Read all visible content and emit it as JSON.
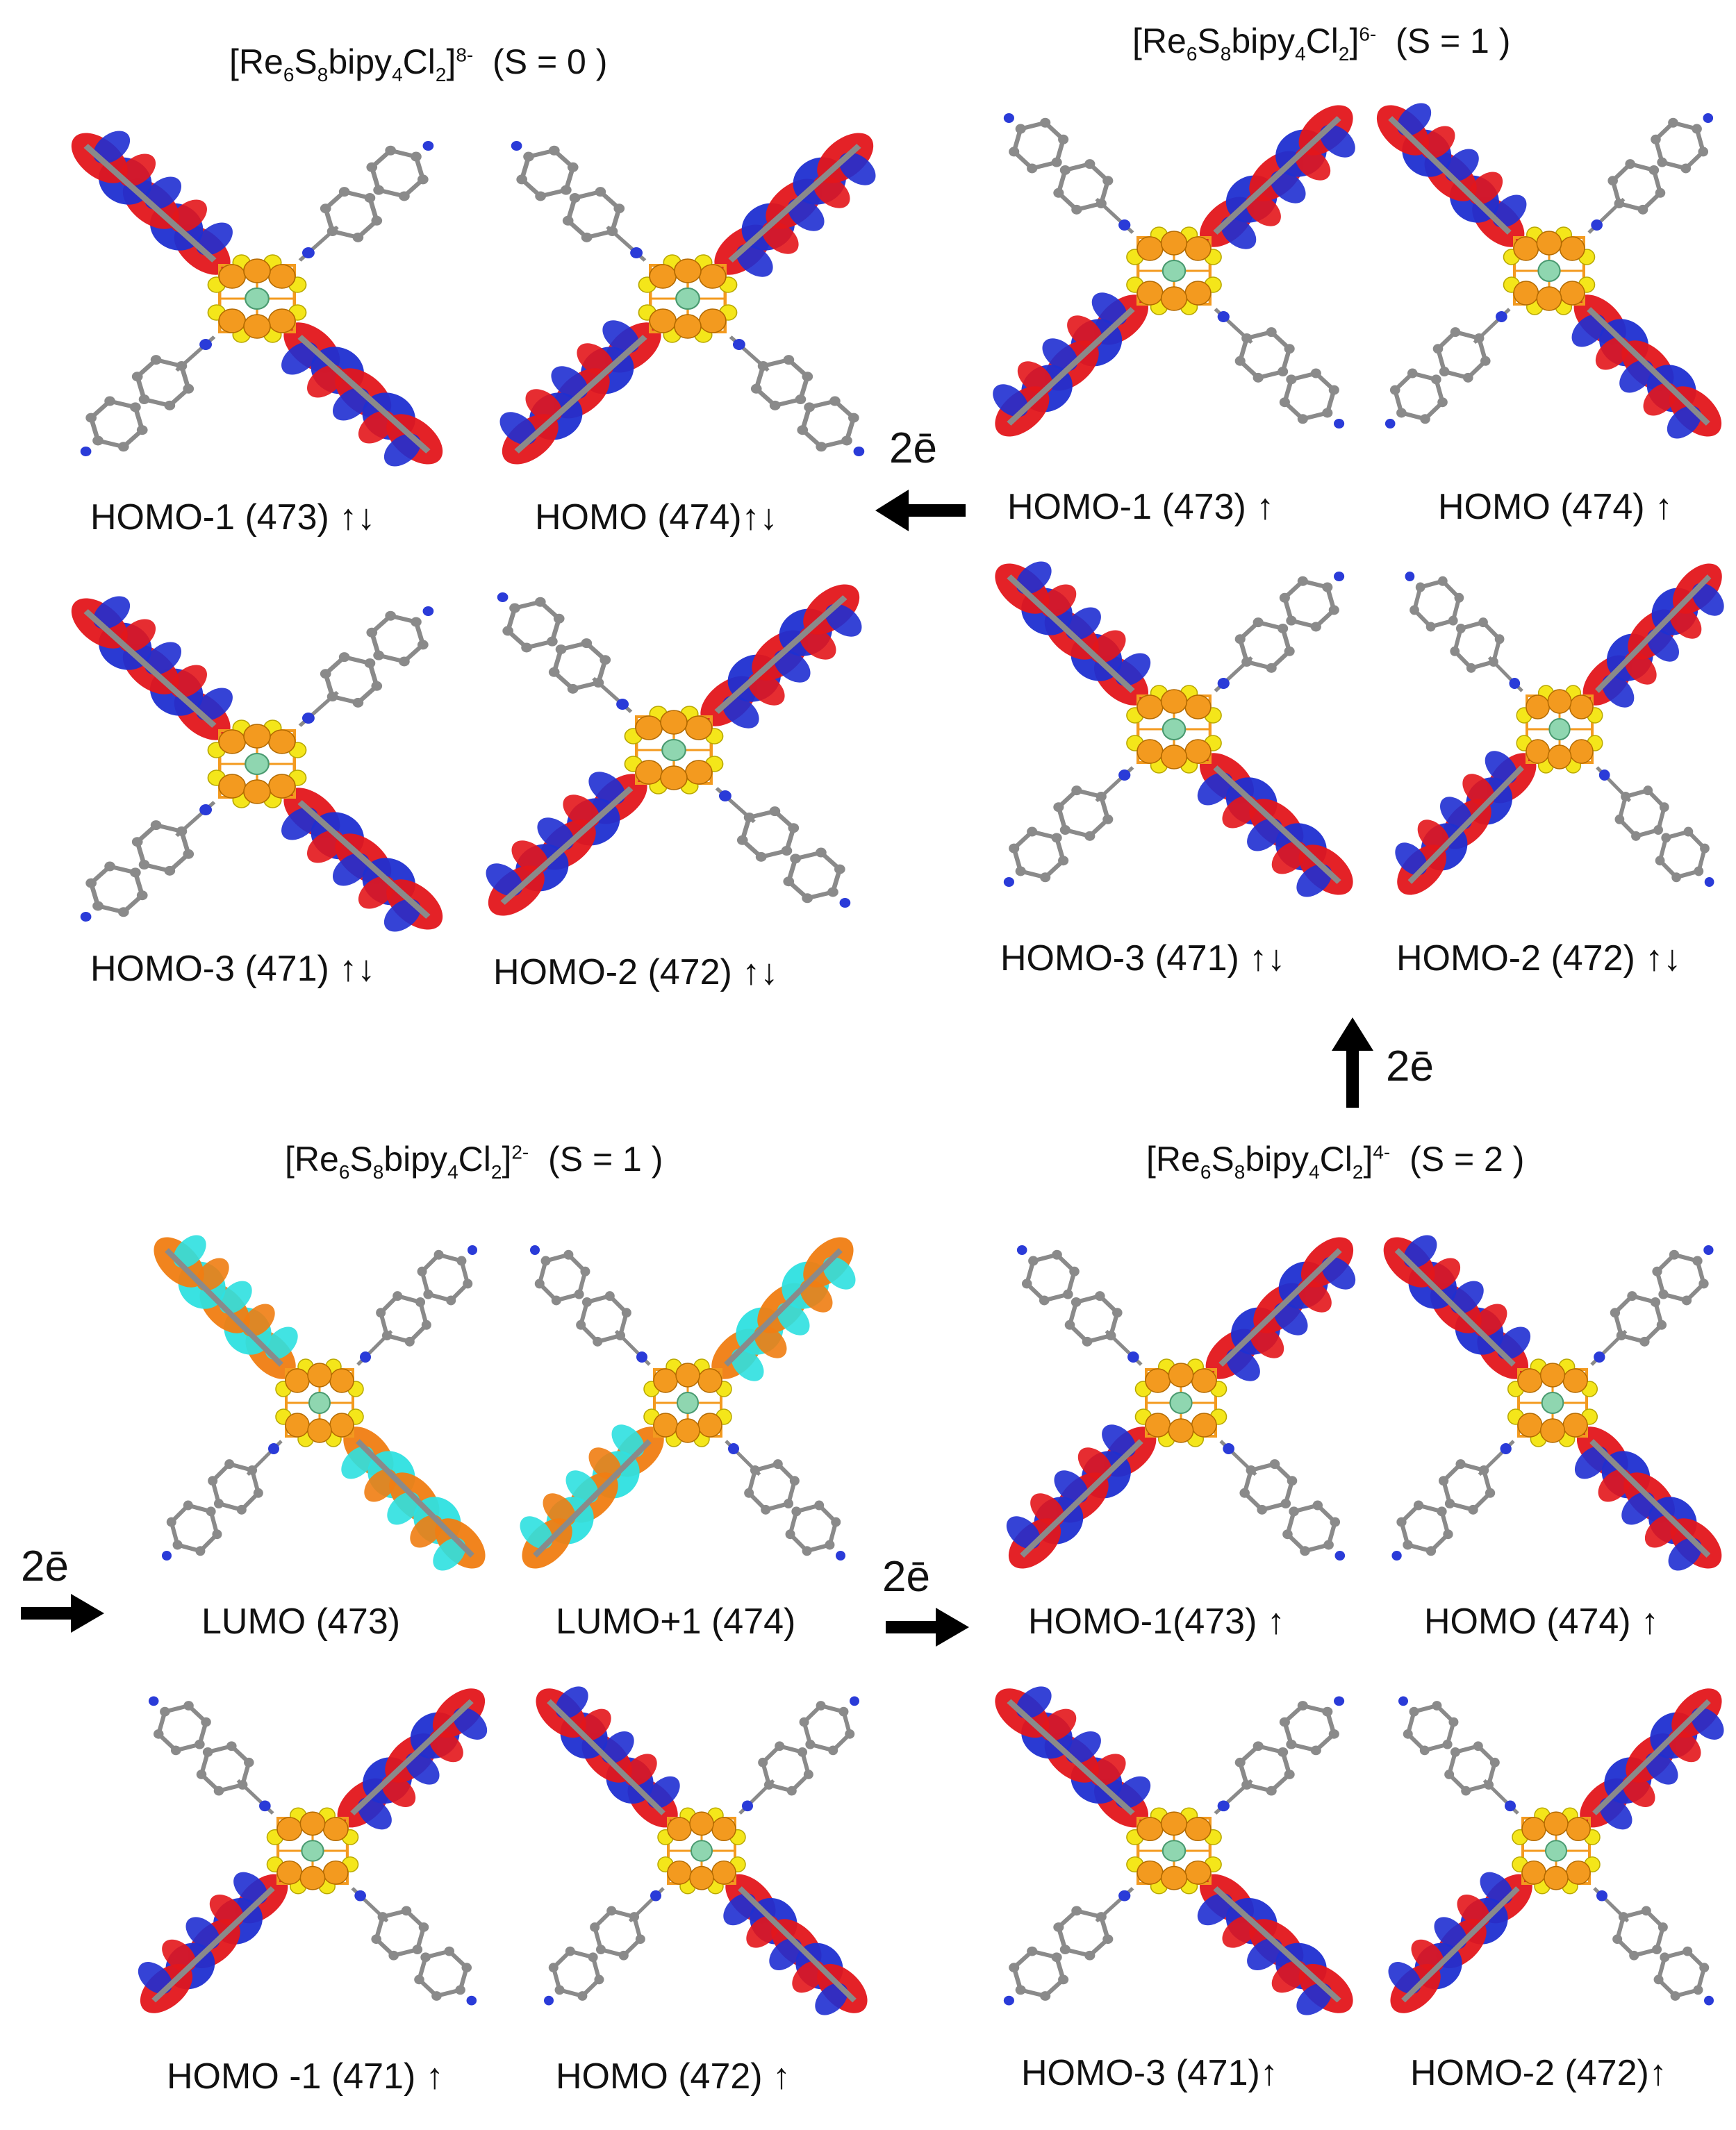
{
  "panels": {
    "top_left": {
      "title": {
        "prefix": "[Re",
        "s1": "6",
        "mid1": "S",
        "s2": "8",
        "mid2": "bipy",
        "s3": "4",
        "mid3": "Cl",
        "s4": "2",
        "close": "]",
        "charge": "8-",
        "spin": "(S = 0 )"
      },
      "orbitals": [
        "HOMO-1 (473) ↑↓",
        "HOMO (474)↑↓",
        "HOMO-3 (471) ↑↓",
        "HOMO-2 (472) ↑↓"
      ]
    },
    "top_right": {
      "title": {
        "prefix": "[Re",
        "s1": "6",
        "mid1": "S",
        "s2": "8",
        "mid2": "bipy",
        "s3": "4",
        "mid3": "Cl",
        "s4": "2",
        "close": "]",
        "charge": "6-",
        "spin": "(S = 1 )"
      },
      "orbitals": [
        "HOMO-1 (473) ↑",
        "HOMO (474) ↑",
        "HOMO-3 (471) ↑↓",
        "HOMO-2 (472) ↑↓"
      ]
    },
    "bottom_left": {
      "title": {
        "prefix": "[Re",
        "s1": "6",
        "mid1": "S",
        "s2": "8",
        "mid2": "bipy",
        "s3": "4",
        "mid3": "Cl",
        "s4": "2",
        "close": "]",
        "charge": "2-",
        "spin": "(S = 1 )"
      },
      "orbitals": [
        "LUMO (473)",
        "LUMO+1 (474)",
        "HOMO -1 (471)  ↑",
        "HOMO (472)  ↑"
      ]
    },
    "bottom_right": {
      "title": {
        "prefix": "[Re",
        "s1": "6",
        "mid1": "S",
        "s2": "8",
        "mid2": "bipy",
        "s3": "4",
        "mid3": "Cl",
        "s4": "2",
        "close": "]",
        "charge": "4-",
        "spin": "(S = 2 )"
      },
      "orbitals": [
        "HOMO-1(473) ↑",
        "HOMO (474)  ↑",
        "HOMO-3 (471)↑",
        "HOMO-2 (472)↑"
      ]
    }
  },
  "arrows": {
    "top_middle": "2ē",
    "right_middle": "2ē",
    "left_edge": "2ē",
    "bottom_middle": "2ē"
  },
  "colors": {
    "lobe_positive": "#e3161b",
    "lobe_negative": "#1f2fd1",
    "lumo_a": "#f07d12",
    "lumo_b": "#2ee0e0",
    "re_atom": "#f39a1f",
    "s_atom": "#f4e61a",
    "carbon": "#8a8a8a",
    "nitrogen": "#2a3bd8",
    "chlorine": "#8fd6b0"
  }
}
